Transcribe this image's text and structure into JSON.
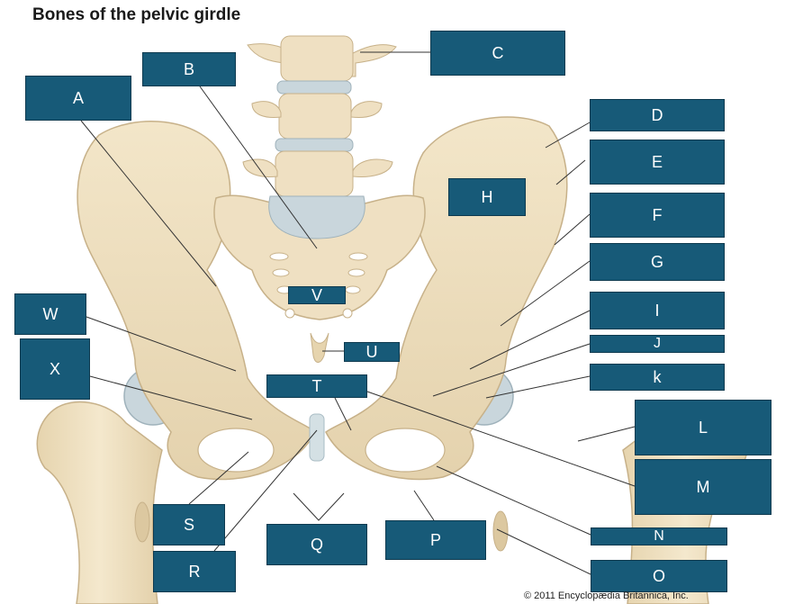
{
  "title": "Bones of the pelvic girdle",
  "copyright": "© 2011 Encyclopædia Britannica, Inc.",
  "colors": {
    "label_fill": "#175a78",
    "bone": "#ecdcbc",
    "bone_shade": "#d7c39b",
    "cartilage": "#c9d6dc"
  },
  "labels": {
    "A": "A",
    "B": "B",
    "C": "C",
    "D": "D",
    "E": "E",
    "F": "F",
    "G": "G",
    "H": "H",
    "I": "I",
    "J": "J",
    "K": "k",
    "L": "L",
    "M": "M",
    "N": "N",
    "O": "O",
    "P": "P",
    "Q": "Q",
    "R": "R",
    "S": "S",
    "T": "T",
    "U": "U",
    "V": "V",
    "W": "W",
    "X": "X"
  }
}
